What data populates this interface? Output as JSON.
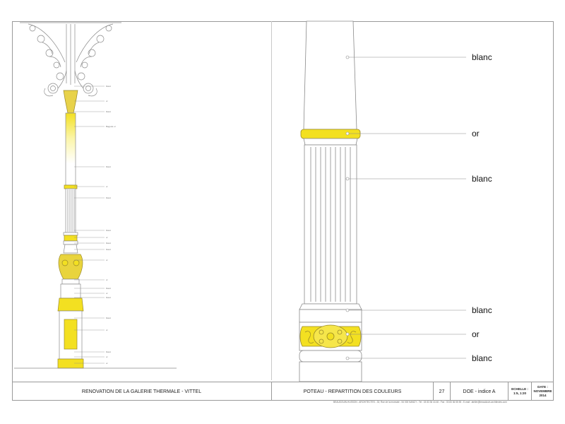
{
  "right_labels": {
    "top": "blanc",
    "ring": "or",
    "fluted": "blanc",
    "base_ring": "blanc",
    "medallion": "or",
    "bottom": "blanc"
  },
  "left_labels": [
    "blanc",
    "or",
    "blanc",
    "Bagude or",
    "blanc",
    "or",
    "blanc",
    "blanc",
    "or",
    "blanc",
    "blanc",
    "or",
    "or",
    "blanc",
    "or",
    "blanc",
    "blanc",
    "or",
    "blanc",
    "or",
    "or"
  ],
  "colors": {
    "gold": "#f3e021",
    "gold_light": "#fbf5a8",
    "white_part": "#ffffff",
    "line": "#8a8a8a"
  },
  "title_block": {
    "project": "RENOVATION DE LA GALERIE THERMALE - VITTEL",
    "sheet_title": "POTEAU - REPARTITION DES COULEURS",
    "sheet_number": "27",
    "doc_index": "DOE - indice A",
    "scale_label": "ECHELLE :",
    "scale_value": "1:5, 1:20",
    "date_label": "DATE :",
    "date_value": "NOVEMBRE 2014"
  },
  "footer": "BEAUDOUIN-HUSSON - ARCHITECTES - 33, Rue de la monnaie - 54 000  NANCY - Tel : 03 83 36 44 46 - Fax : 03 83 36 55 55 - E-mail : atelier@beaudouin-architectes.com"
}
